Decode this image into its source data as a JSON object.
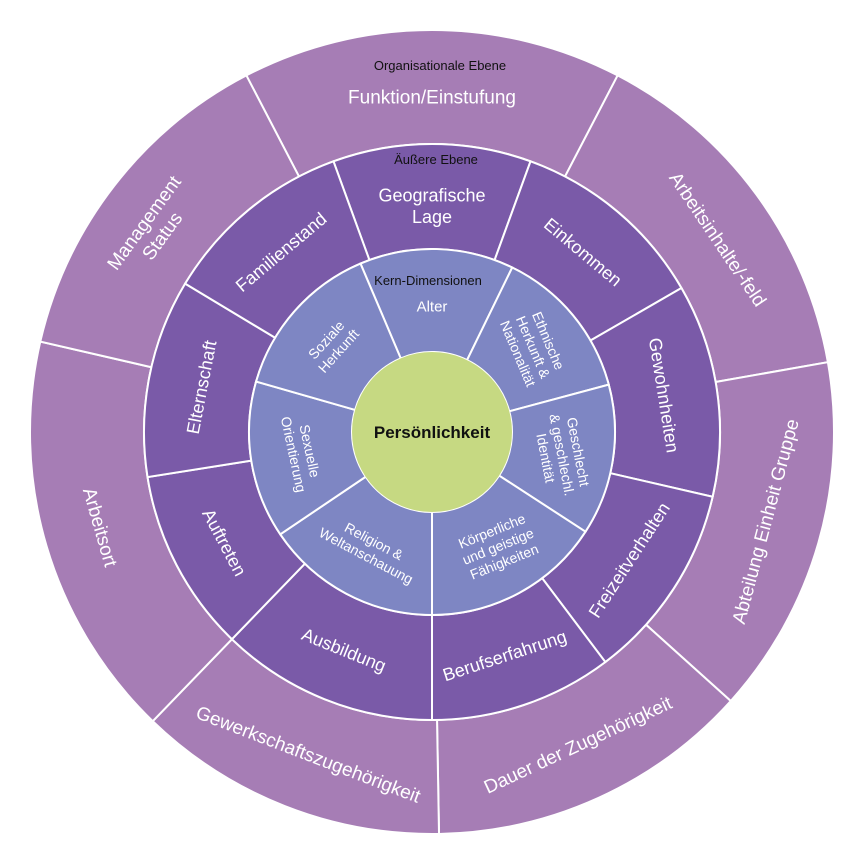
{
  "colors": {
    "organisational": "#a67db5",
    "outer": "#7a5aa8",
    "core": "#7e86c3",
    "center": "#c6d982",
    "separator": "#ffffff",
    "label": "#ffffff",
    "title": "#111111"
  },
  "center": {
    "label": "Persönlichkeit"
  },
  "core": {
    "title": "Kern-Dimensionen",
    "segments": [
      [
        "Alter"
      ],
      [
        "Ethnische",
        "Herkunft &",
        "Nationalität"
      ],
      [
        "Geschlecht",
        "& geschlechl.",
        "Identität"
      ],
      [
        "Körperliche",
        "und geistige",
        "Fähigkeiten"
      ],
      [
        "Religion &",
        "Weltanschauung"
      ],
      [
        "Sexuelle",
        "Orientierung"
      ],
      [
        "Soziale",
        "Herkunft"
      ]
    ]
  },
  "outer": {
    "title": "Äußere Ebene",
    "segments": [
      [
        "Geografische",
        "Lage"
      ],
      [
        "Einkommen"
      ],
      [
        "Gewohnheiten"
      ],
      [
        "Freizeitverhalten"
      ],
      [
        "Berufserfahrung"
      ],
      [
        "Ausbildung"
      ],
      [
        "Auftreten"
      ],
      [
        "Elternschaft"
      ],
      [
        "Familienstand"
      ]
    ]
  },
  "organisational": {
    "title": "Organisationale Ebene",
    "segments": [
      [
        "Funktion/Einstufung"
      ],
      [
        "Arbeitsinhalte/-feld"
      ],
      [
        "Abteilung Einheit Gruppe"
      ],
      [
        "Dauer der Zugehörigkeit"
      ],
      [
        "Gewerkschaftszugehörigkeit"
      ],
      [
        "Arbeitsort"
      ],
      [
        "Management",
        "Status"
      ]
    ]
  }
}
